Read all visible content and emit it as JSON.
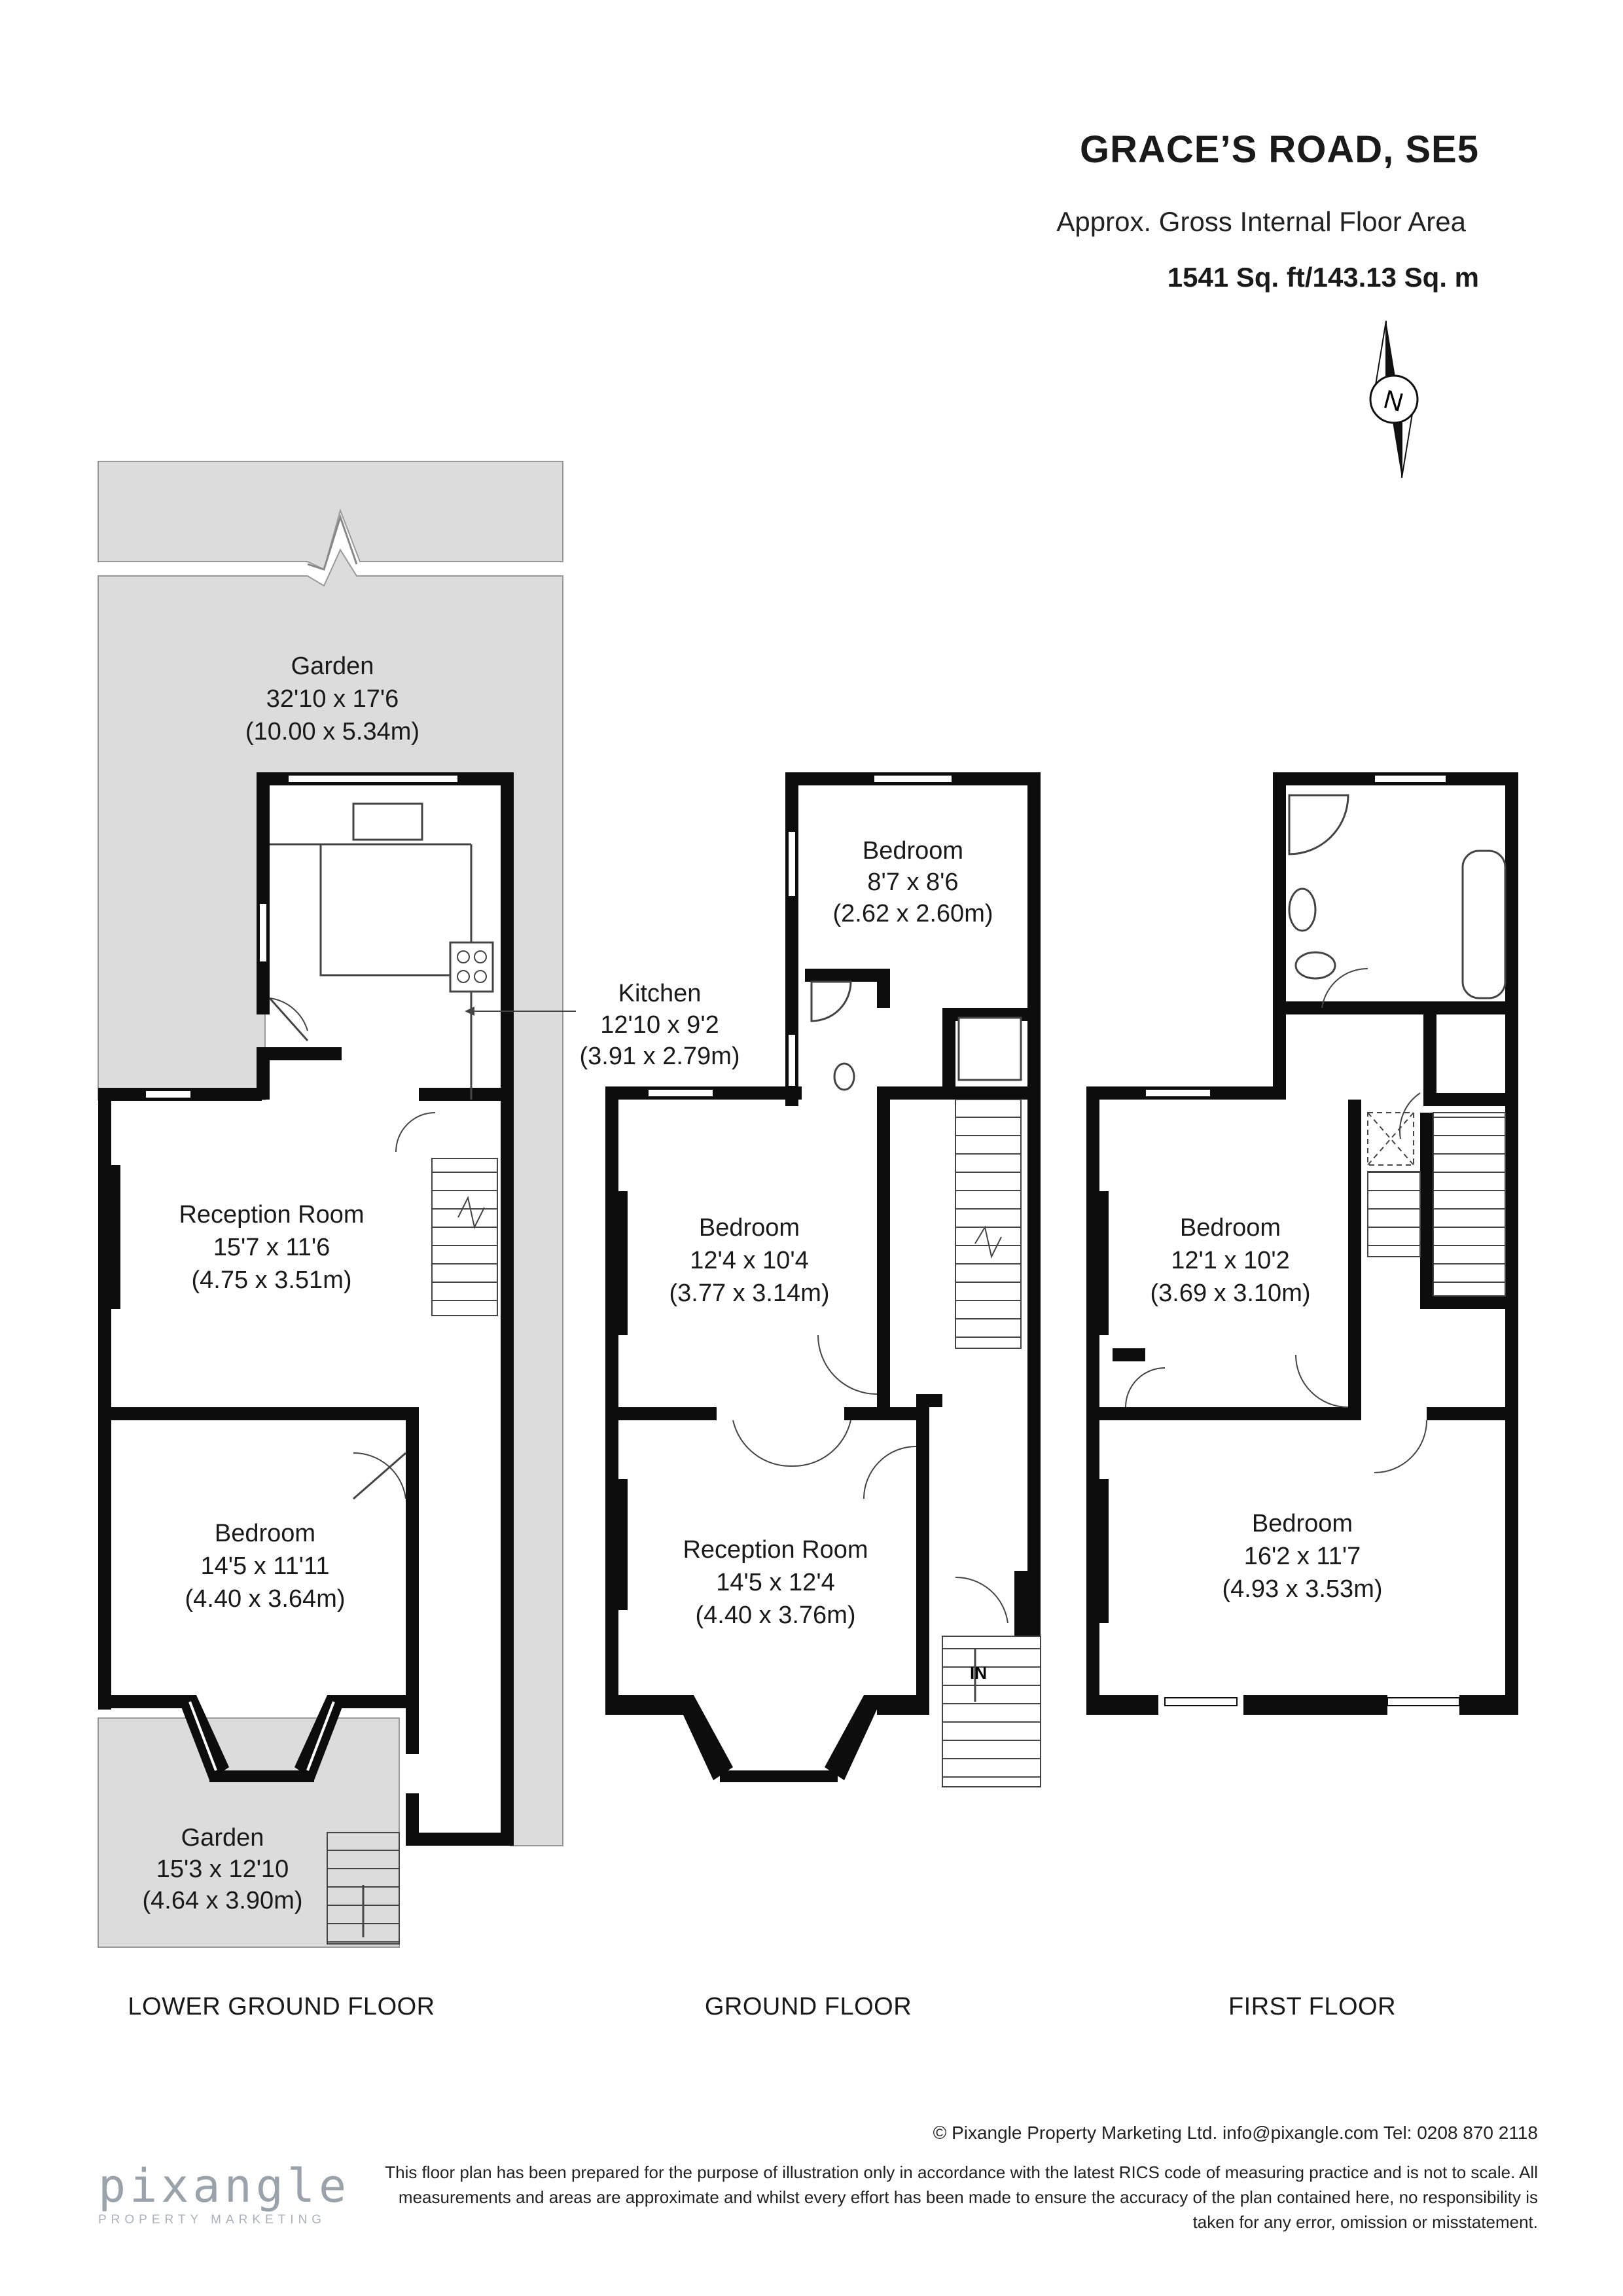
{
  "header": {
    "title": "GRACE’S ROAD, SE5",
    "subtitle": "Approx. Gross Internal Floor Area",
    "area": "1541 Sq. ft/143.13 Sq. m"
  },
  "compass": {
    "label": "N"
  },
  "floors": [
    {
      "label": "LOWER GROUND FLOOR"
    },
    {
      "label": "GROUND FLOOR"
    },
    {
      "label": "FIRST FLOOR"
    }
  ],
  "rooms": {
    "lg_garden_rear": {
      "name": "Garden",
      "imperial": "32'10 x 17'6",
      "metric": "(10.00 x 5.34m)"
    },
    "lg_kitchen": {
      "name": "Kitchen",
      "imperial": "12'10 x 9'2",
      "metric": "(3.91 x 2.79m)"
    },
    "lg_reception": {
      "name": "Reception Room",
      "imperial": "15'7 x 11'6",
      "metric": "(4.75 x 3.51m)"
    },
    "lg_bedroom": {
      "name": "Bedroom",
      "imperial": "14'5 x 11'11",
      "metric": "(4.40 x 3.64m)"
    },
    "lg_garden_front": {
      "name": "Garden",
      "imperial": "15'3 x 12'10",
      "metric": "(4.64 x 3.90m)"
    },
    "g_bedroom_rear": {
      "name": "Bedroom",
      "imperial": "8'7 x 8'6",
      "metric": "(2.62 x 2.60m)"
    },
    "g_bedroom_mid": {
      "name": "Bedroom",
      "imperial": "12'4 x 10'4",
      "metric": "(3.77 x 3.14m)"
    },
    "g_reception": {
      "name": "Reception Room",
      "imperial": "14'5 x 12'4",
      "metric": "(4.40 x 3.76m)"
    },
    "g_entrance": {
      "label": "IN"
    },
    "f_bedroom_rear": {
      "name": "Bedroom",
      "imperial": "12'1 x 10'2",
      "metric": "(3.69 x 3.10m)"
    },
    "f_bedroom_front": {
      "name": "Bedroom",
      "imperial": "16'2 x 11'7",
      "metric": "(4.93 x 3.53m)"
    }
  },
  "footer": {
    "copyright": "© Pixangle Property Marketing Ltd. info@pixangle.com Tel: 0208 870 2118",
    "disclaimer": "This floor plan has been prepared for the purpose of illustration only in accordance with the latest RICS code of measuring practice and is not to scale. All measurements and areas are approximate and whilst every effort has been made to ensure the accuracy of the plan contained here, no responsibility is taken for any error, omission or misstatement."
  },
  "logo": {
    "word": "pixangle",
    "tagline": "PROPERTY MARKETING"
  },
  "colors": {
    "wall": "#0d0d0d",
    "garden": "#dcdcdc",
    "text": "#1a1a1a",
    "logo": "#9aa3ab"
  }
}
